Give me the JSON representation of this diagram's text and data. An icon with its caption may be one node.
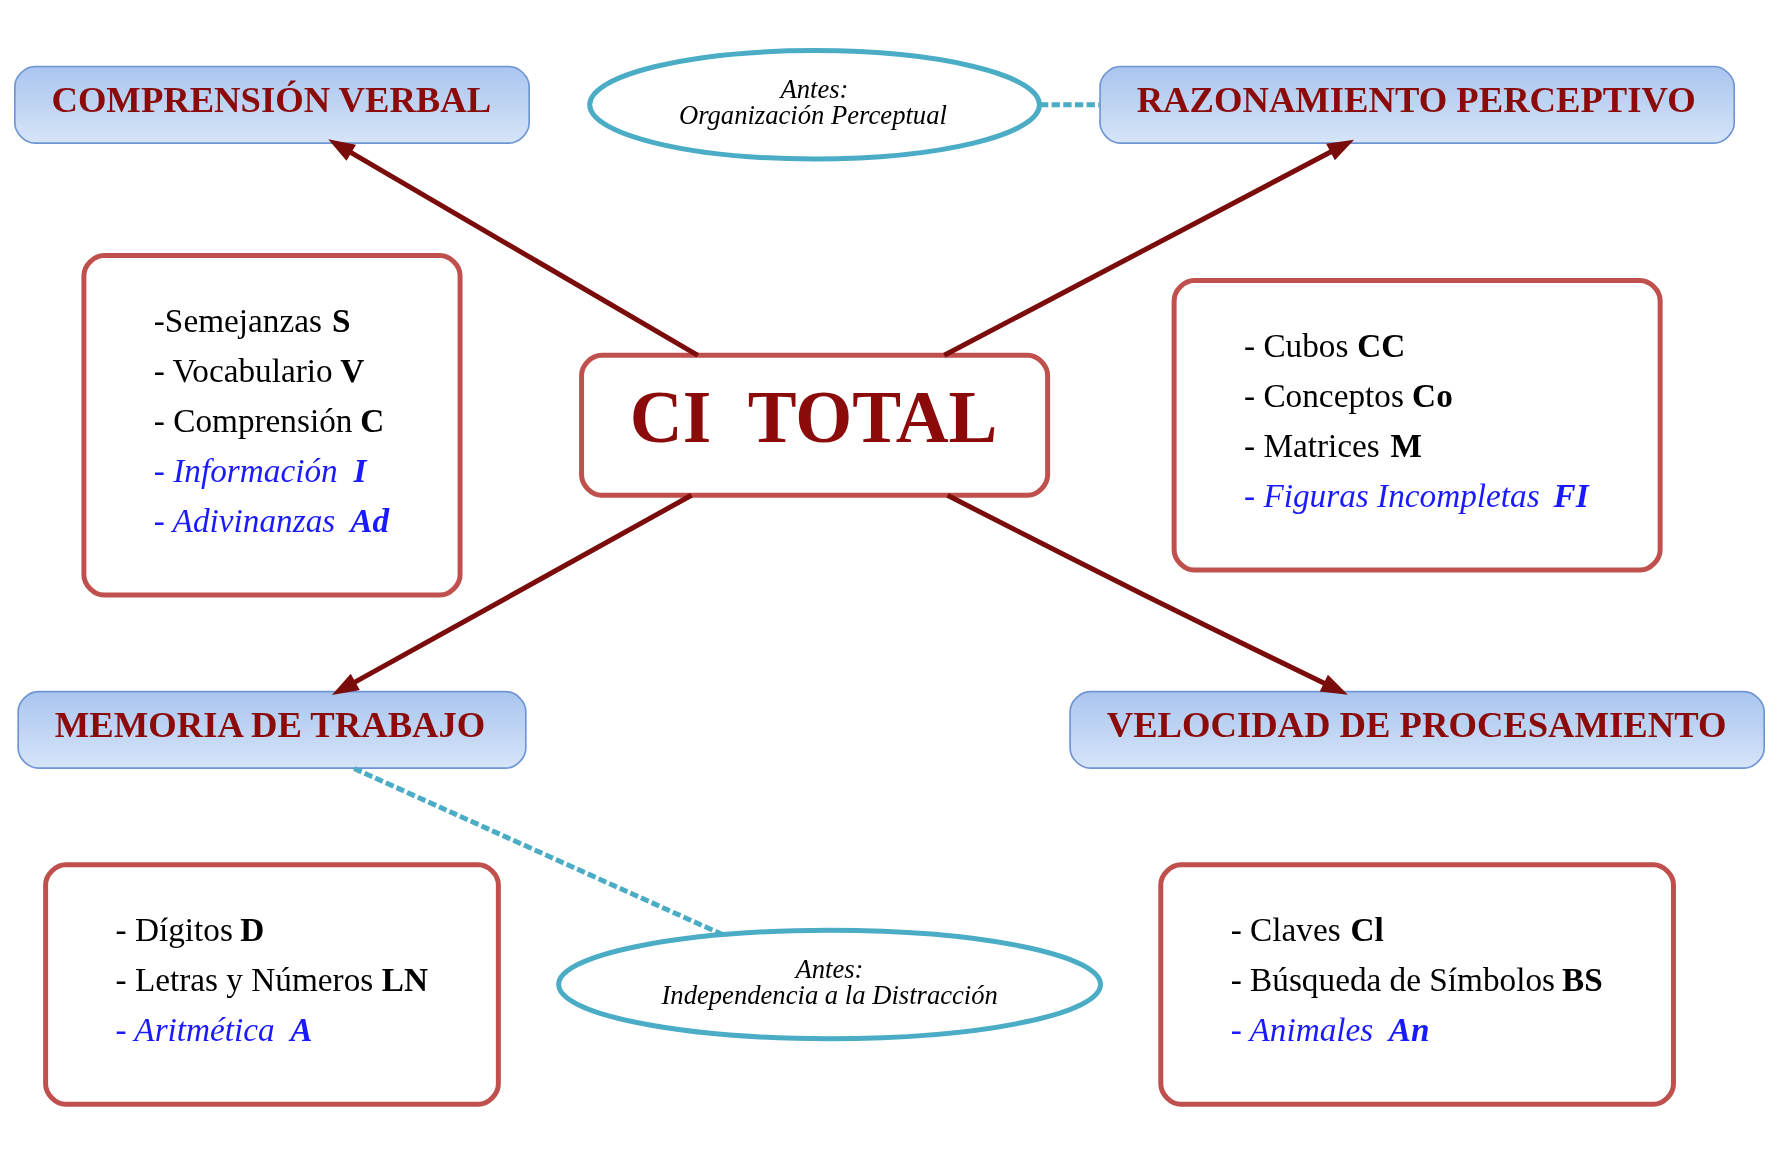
{
  "diagram": {
    "nodes": [
      {
        "text": [
          "COMPRENSIÓN VERBAL"
        ]
      },
      {
        "text": [
          "Antes:",
          "Organización Perceptual"
        ]
      },
      {
        "text": [
          "RAZONAMIENTO PERCEPTIVO"
        ]
      },
      {
        "text": [
          "-Semejanzas **S**",
          "- Vocabulario **V**",
          "- Comprensión **C**",
          "- Información **I**",
          "- Adivinanzas **Ad**"
        ]
      },
      {
        "text": [
          "CI  TOTAL"
        ]
      },
      {
        "text": [
          "- Cubos **CC**",
          "- Conceptos **Co**",
          "- Matrices **M**",
          "- Figuras Incompletas **FI**"
        ]
      },
      {
        "text": [
          "MEMORIA DE TRABAJO"
        ]
      },
      {
        "text": [
          "VELOCIDAD DE PROCESAMIENTO"
        ]
      },
      {
        "text": [
          "- Dígitos **D**",
          "- Letras y Números **LN**",
          "- Aritmética **A**"
        ]
      },
      {
        "text": [
          "Antes:",
          "Independencia a la Distracción"
        ]
      },
      {
        "text": [
          "- Claves **Cl**",
          "- Búsqueda de Símbolos **BS**",
          "- Animales **An**"
        ]
      }
    ],
    "edges": [
      {
        "from": 4,
        "to": 0,
        "arrow": "to"
      },
      {
        "from": 4,
        "to": 2,
        "arrow": "to"
      },
      {
        "from": 4,
        "to": 6,
        "arrow": "to"
      },
      {
        "from": 4,
        "to": 7,
        "arrow": "to"
      },
      {
        "from": 1,
        "to": 2,
        "arrow": "none",
        "style": "dashed",
        "color": "#4bacc6"
      },
      {
        "from": 9,
        "to": 6,
        "arrow": "none",
        "style": "dashed",
        "color": "#4bacc6"
      }
    ]
  }
}
